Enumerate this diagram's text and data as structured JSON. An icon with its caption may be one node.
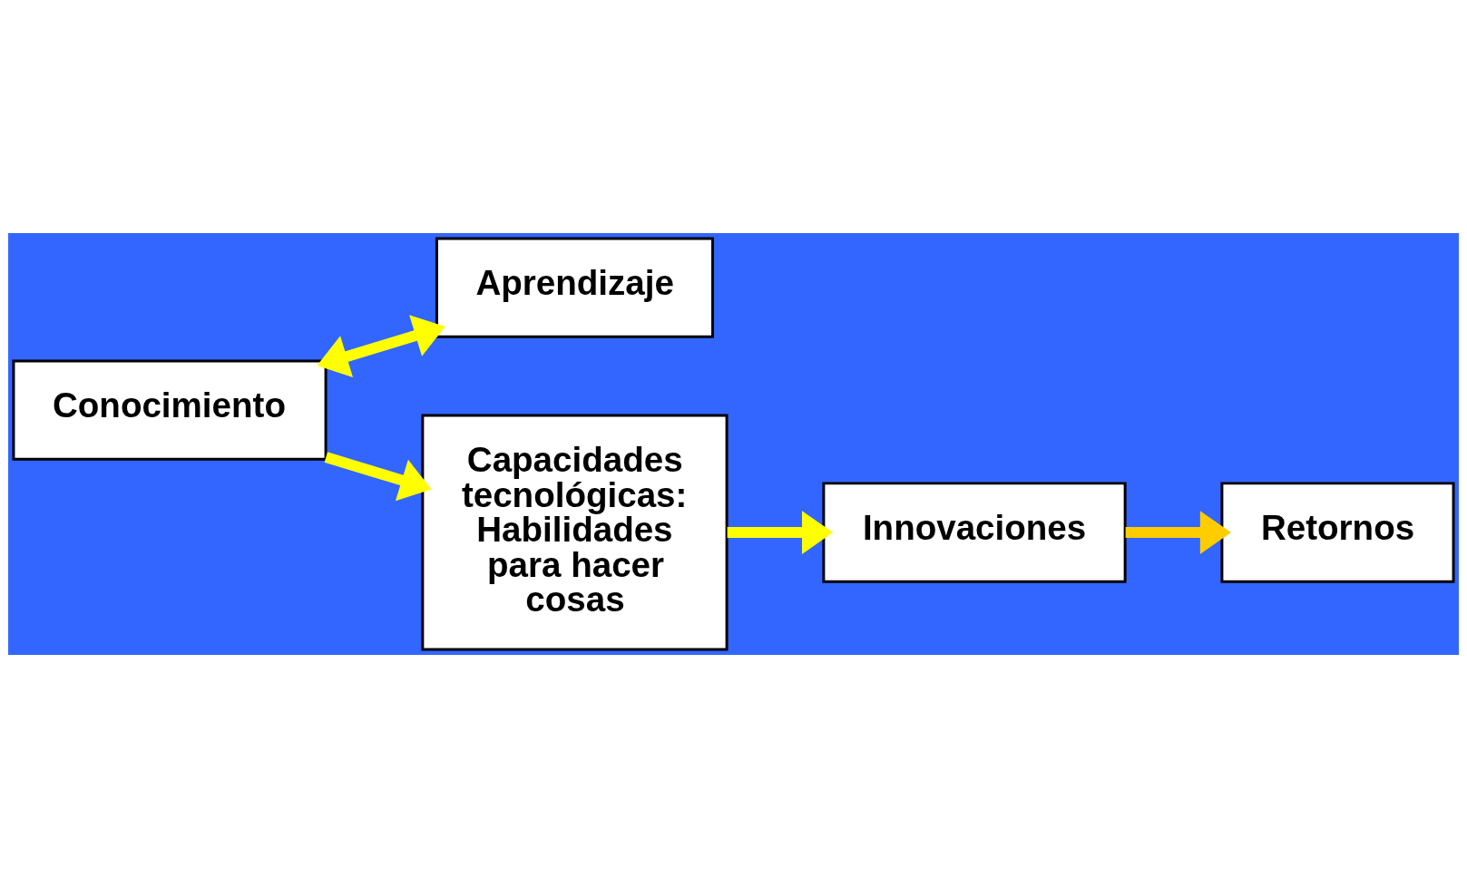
{
  "diagram": {
    "nodes": [
      {
        "text": [
          "Aprendizaje"
        ]
      },
      {
        "text": [
          "Retornos"
        ]
      },
      {
        "text": [
          "Conocimiento"
        ]
      },
      {
        "text": [
          "Innovaciones"
        ]
      },
      {
        "text": [
          "Capacidades tecnológicas: Habilidades para hacer cosas"
        ]
      }
    ],
    "edges": [
      {
        "from": 2,
        "to": 0,
        "arrow": "both"
      },
      {
        "from": 2,
        "to": 4,
        "arrow": "to"
      },
      {
        "from": 4,
        "to": 3,
        "arrow": "to"
      },
      {
        "from": 3,
        "to": 1,
        "arrow": "to",
        "color": "#ffcc00"
      }
    ]
  }
}
